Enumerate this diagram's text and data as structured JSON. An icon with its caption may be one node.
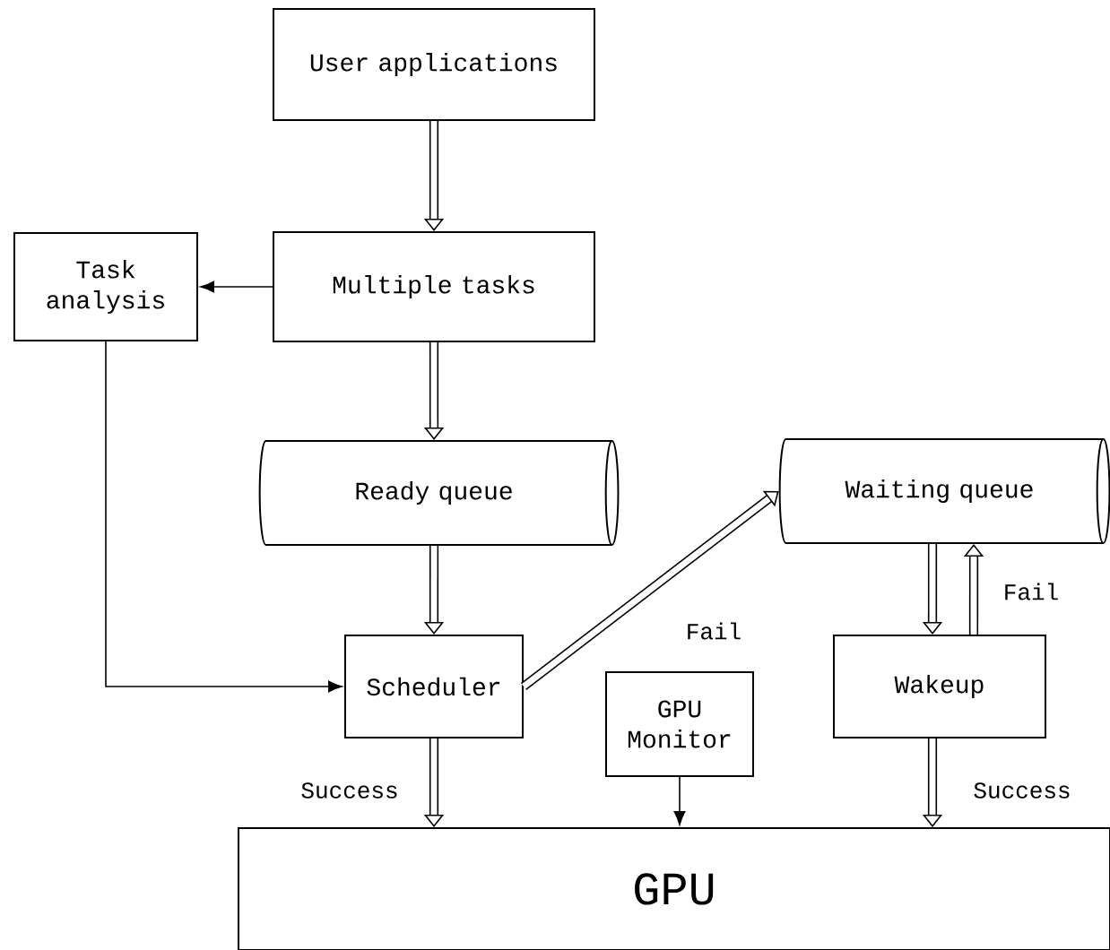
{
  "diagram": {
    "nodes": [
      {
        "text": [
          "User applications"
        ]
      },
      {
        "text": [
          "Multiple tasks"
        ]
      },
      {
        "text": [
          "Task analysis"
        ]
      },
      {
        "text": [
          "Ready queue"
        ]
      },
      {
        "text": [
          "Waiting queue"
        ]
      },
      {
        "text": [
          "Scheduler"
        ]
      },
      {
        "text": [
          "GPU Monitor"
        ]
      },
      {
        "text": [
          "Wakeup"
        ]
      },
      {
        "text": [
          "GPU"
        ]
      }
    ],
    "edges": [
      {
        "from": 0,
        "to": 1,
        "arrow": "to"
      },
      {
        "from": 1,
        "to": 2,
        "arrow": "to"
      },
      {
        "from": 1,
        "to": 3,
        "arrow": "to"
      },
      {
        "from": 2,
        "to": 5,
        "arrow": "to"
      },
      {
        "from": 3,
        "to": 5,
        "arrow": "to"
      },
      {
        "from": 5,
        "to": 4,
        "arrow": "to",
        "label": "Fail"
      },
      {
        "from": 4,
        "to": 7,
        "arrow": "to"
      },
      {
        "from": 7,
        "to": 4,
        "arrow": "to",
        "label": "Fail"
      },
      {
        "from": 5,
        "to": 8,
        "arrow": "to",
        "label": "Success"
      },
      {
        "from": 6,
        "to": 8,
        "arrow": "to"
      },
      {
        "from": 7,
        "to": 8,
        "arrow": "to",
        "label": "Success"
      }
    ]
  }
}
